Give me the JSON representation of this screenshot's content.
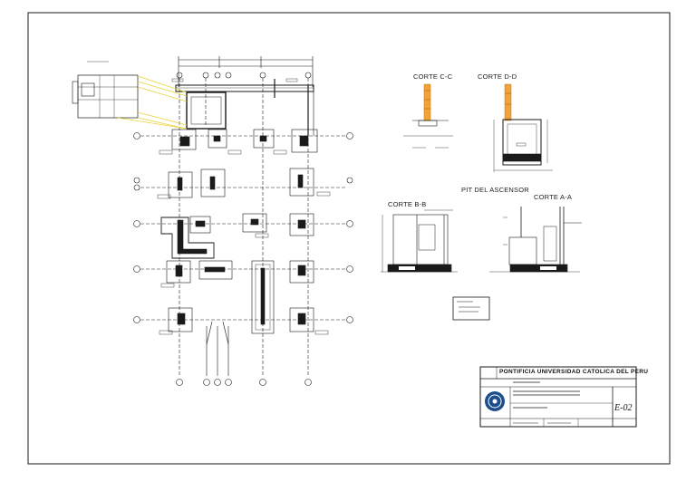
{
  "sections": {
    "corte_cc": "CORTE C-C",
    "corte_dd": "CORTE D-D",
    "pit": "PIT DEL ASCENSOR",
    "corte_bb": "CORTE B-B",
    "corte_aa": "CORTE A-A"
  },
  "title_block": {
    "university": "PONTIFICIA UNIVERSIDAD CATOLICA DEL PERU",
    "sheet_code": "E-02"
  },
  "colors": {
    "line": "#1a1a1a",
    "hatch_yellow": "#e8d23a",
    "column_orange": "#f2a23a",
    "logo_blue": "#1f4e8c"
  }
}
